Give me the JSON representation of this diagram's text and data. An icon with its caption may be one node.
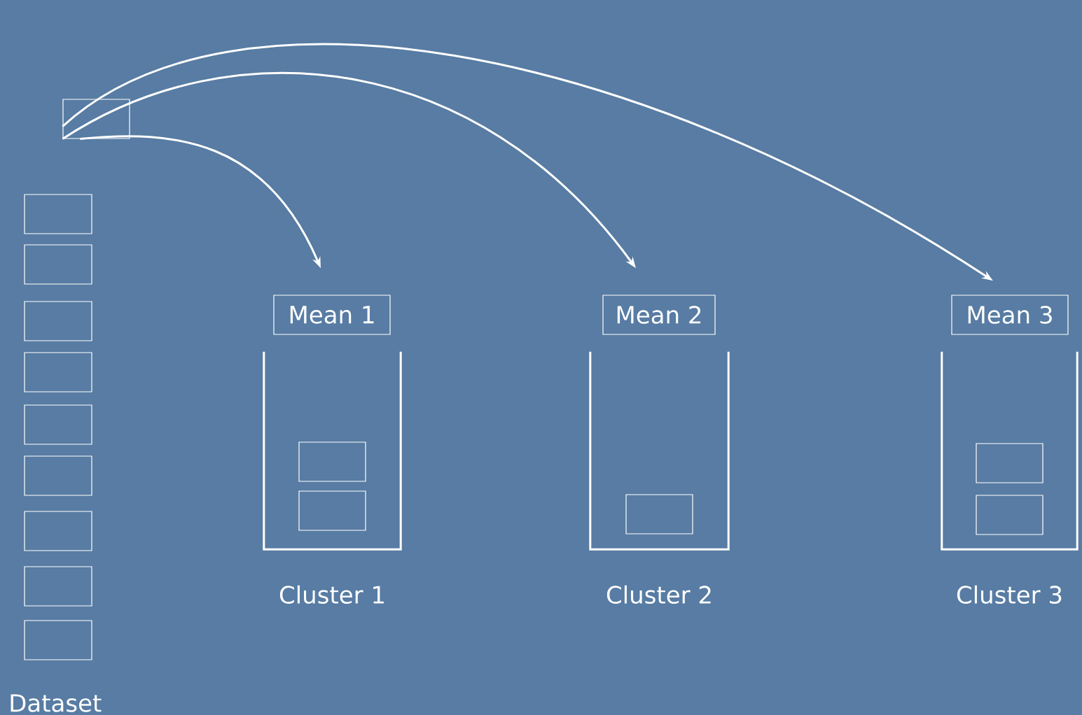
{
  "diagram": {
    "nodes": [
      {
        "text": [],
        "shape": "box"
      },
      {
        "text": [],
        "shape": "box"
      },
      {
        "text": [],
        "shape": "box"
      },
      {
        "text": [],
        "shape": "box"
      },
      {
        "text": [],
        "shape": "box"
      },
      {
        "text": [],
        "shape": "box"
      },
      {
        "text": [],
        "shape": "box"
      },
      {
        "text": [],
        "shape": "box"
      },
      {
        "text": [],
        "shape": "box"
      },
      {
        "text": [],
        "shape": "box"
      },
      {
        "text": [
          "Mean 1"
        ]
      },
      {
        "text": [
          "Cluster 1"
        ]
      },
      {
        "text": [],
        "shape": "box",
        "in": 11
      },
      {
        "text": [],
        "shape": "box",
        "in": 11
      },
      {
        "text": [
          "Mean 2"
        ]
      },
      {
        "text": [
          "Cluster 2"
        ]
      },
      {
        "text": [],
        "shape": "box",
        "in": 15
      },
      {
        "text": [
          "Mean 3"
        ]
      },
      {
        "text": [
          "Cluster 3"
        ]
      },
      {
        "text": [],
        "shape": "box",
        "in": 18
      },
      {
        "text": [],
        "shape": "box",
        "in": 18
      }
    ],
    "edges": [
      {
        "from": 0,
        "to": 10,
        "arrow": "to"
      },
      {
        "from": 0,
        "to": 14,
        "arrow": "to"
      },
      {
        "from": 0,
        "to": 17,
        "arrow": "to"
      }
    ],
    "labels": [
      "Dataset"
    ]
  }
}
